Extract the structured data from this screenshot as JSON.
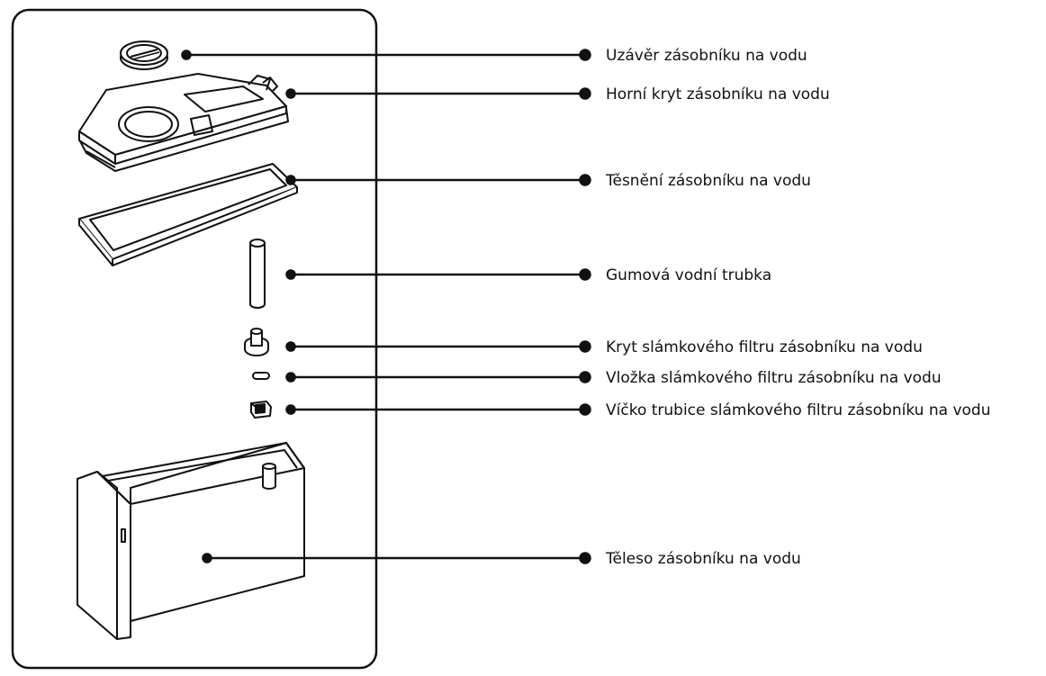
{
  "colors": {
    "line": "#111111",
    "text": "#111111",
    "background": "#ffffff"
  },
  "labels": {
    "cap": "Uzávěr zásobníku na vodu",
    "top_cover": "Horní kryt zásobníku na vodu",
    "seal": "Těsnění zásobníku na vodu",
    "rubber_tube": "Gumová vodní trubka",
    "filter_cover": "Kryt slámkového filtru zásobníku na vodu",
    "filter_insert": "Vložka slámkového filtru zásobníku na vodu",
    "filter_tube_cap": "Víčko trubice slámkového filtru zásobníku na vodu",
    "tank_body": "Těleso zásobníku na vodu"
  }
}
